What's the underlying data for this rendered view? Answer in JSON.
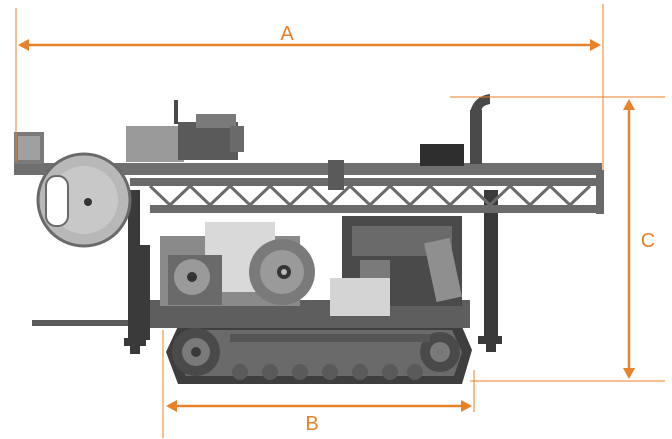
{
  "dimensions": {
    "length": {
      "label": "A"
    },
    "track_length": {
      "label": "B"
    },
    "height": {
      "label": "C"
    }
  },
  "colors": {
    "dimension": "#E8822A",
    "machine_dark": "#4a4a4a",
    "machine_mid": "#6f6f6f",
    "machine_light": "#b5b5b5",
    "machine_panel": "#d9d9d9"
  }
}
